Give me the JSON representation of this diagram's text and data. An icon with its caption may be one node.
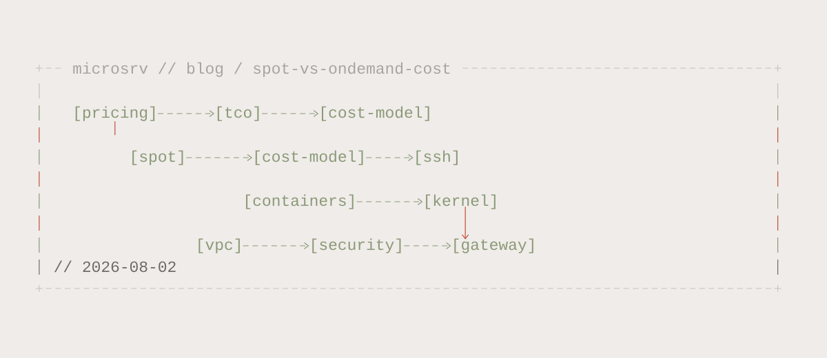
{
  "diagram": {
    "title": "microsrv // blog / spot-vs-ondemand-cost",
    "nodes": [
      {
        "text": [
          "[pricing]"
        ]
      },
      {
        "text": [
          "[tco]"
        ]
      },
      {
        "text": [
          "[cost-model]"
        ]
      },
      {
        "text": [
          "[spot]"
        ]
      },
      {
        "text": [
          "[cost-model]"
        ]
      },
      {
        "text": [
          "[ssh]"
        ]
      },
      {
        "text": [
          "[containers]"
        ]
      },
      {
        "text": [
          "[kernel]"
        ]
      },
      {
        "text": [
          "[vpc]"
        ]
      },
      {
        "text": [
          "[security]"
        ]
      },
      {
        "text": [
          "[gateway]"
        ]
      }
    ],
    "edges": [
      {
        "from": 0,
        "to": 1,
        "arrow": "to",
        "style": "dashed"
      },
      {
        "from": 1,
        "to": 2,
        "arrow": "to",
        "style": "dashed"
      },
      {
        "from": 0,
        "to": null,
        "arrow": "none",
        "color": "#c0503a"
      },
      {
        "from": 3,
        "to": 4,
        "arrow": "to",
        "style": "dashed"
      },
      {
        "from": 4,
        "to": 5,
        "arrow": "to",
        "style": "dashed"
      },
      {
        "from": 6,
        "to": 7,
        "arrow": "to",
        "style": "dashed"
      },
      {
        "from": 7,
        "to": 10,
        "arrow": "to",
        "color": "#c0503a"
      },
      {
        "from": 8,
        "to": 9,
        "arrow": "to",
        "style": "dashed"
      },
      {
        "from": 9,
        "to": 10,
        "arrow": "to",
        "style": "dashed"
      }
    ],
    "labels": [
      "// 2026-08-02"
    ]
  }
}
